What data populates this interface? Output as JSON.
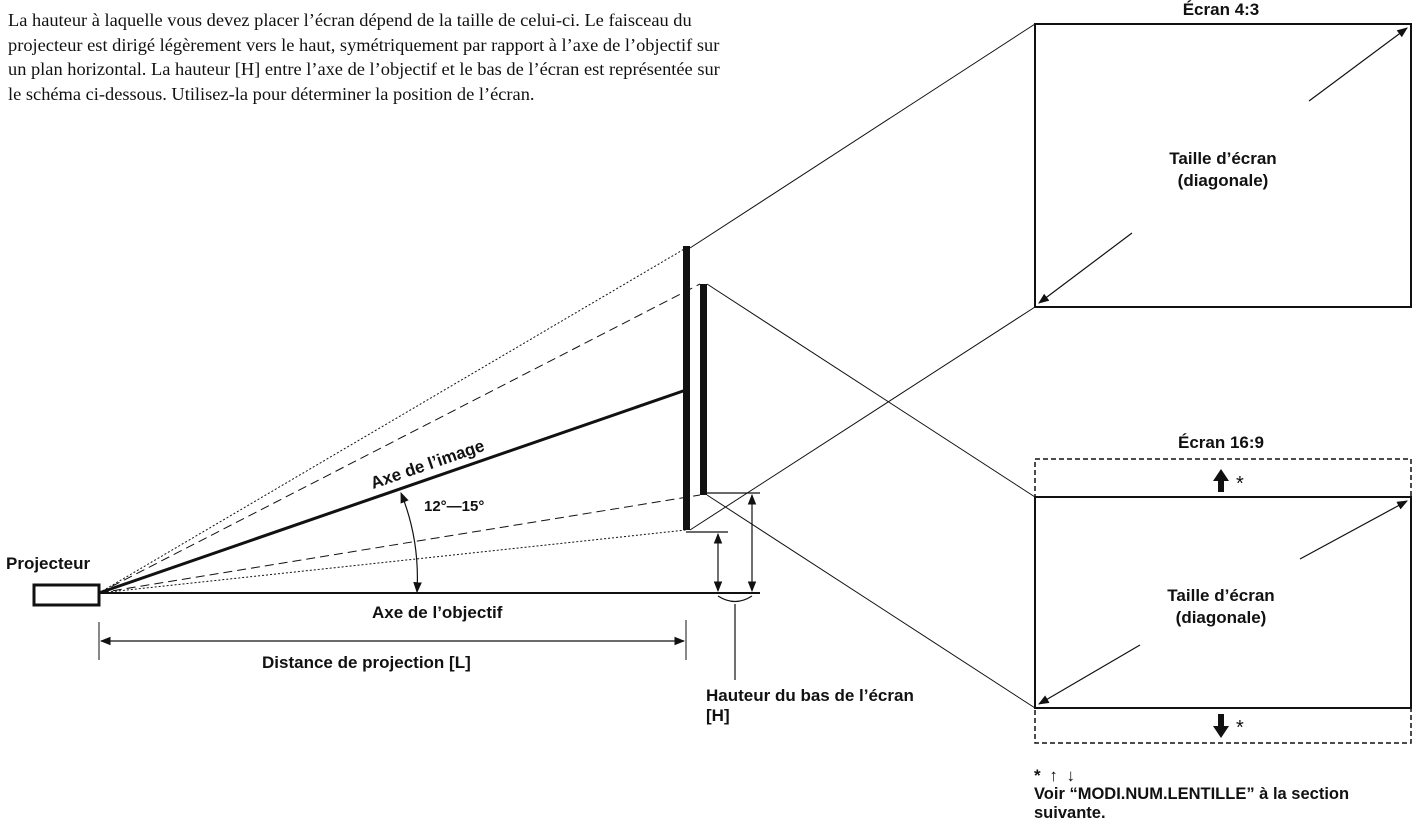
{
  "intro_text": "La hauteur à laquelle vous devez placer l’écran dépend de la taille de celui-ci. Le faisceau du projecteur est dirigé légèrement vers le haut, symétriquement par rapport à l’axe de l’objectif sur un plan horizontal. La hauteur [H] entre l’axe de l’objectif et le bas de l’écran est représentée sur le schéma ci-dessous. Utilisez-la pour déterminer la position de l’écran.",
  "labels": {
    "projector": "Projecteur",
    "image_axis": "Axe de l’image",
    "angle": "12°—15°",
    "lens_axis": "Axe de l’objectif",
    "projection_distance": "Distance de projection [L]",
    "screen_bottom_height_line1": "Hauteur du bas de l’écran",
    "screen_bottom_height_line2": "[H]"
  },
  "screen_43": {
    "title": "Écran 4:3",
    "size_line1": "Taille d’écran",
    "size_line2": "(diagonale)"
  },
  "screen_169": {
    "title": "Écran 16:9",
    "size_line1": "Taille d’écran",
    "size_line2": "(diagonale)",
    "asterisk": "*"
  },
  "footnote": {
    "symbols": "* ↑ ↓",
    "text": "Voir “MODI.NUM.LENTILLE” à la section suivante."
  }
}
